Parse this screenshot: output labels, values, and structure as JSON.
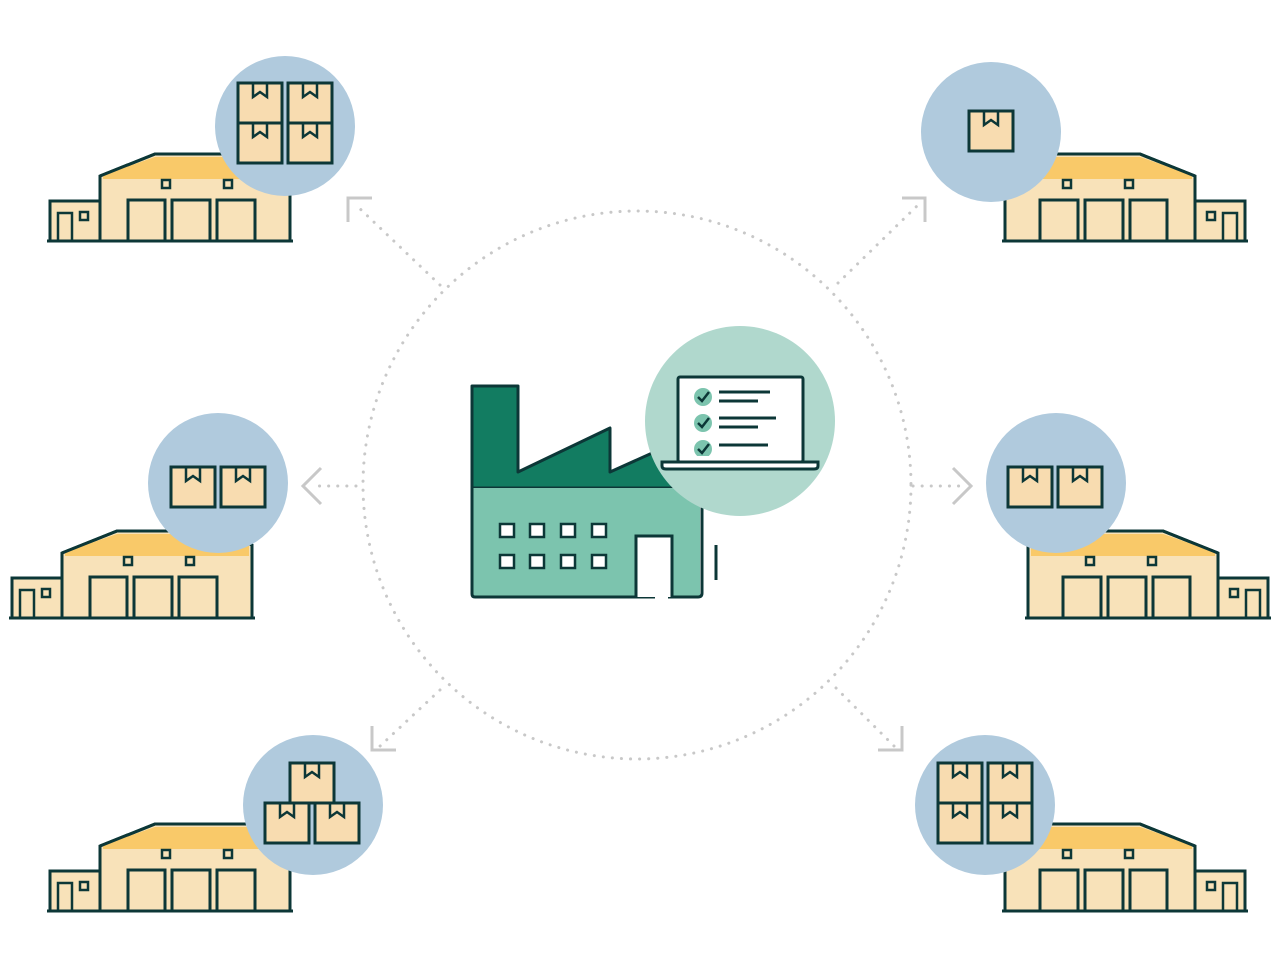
{
  "diagram": {
    "type": "hub-and-spoke distribution",
    "hub": {
      "icon": "factory-icon",
      "badge_icon": "laptop-checklist-icon",
      "checklist_items": 3
    },
    "nodes": [
      {
        "id": "top-left",
        "icon": "warehouse-icon",
        "box_count": 4,
        "box_arrangement": "grid-2x2"
      },
      {
        "id": "top-right",
        "icon": "warehouse-icon",
        "box_count": 1,
        "box_arrangement": "single"
      },
      {
        "id": "middle-left",
        "icon": "warehouse-icon",
        "box_count": 2,
        "box_arrangement": "row"
      },
      {
        "id": "middle-right",
        "icon": "warehouse-icon",
        "box_count": 2,
        "box_arrangement": "row"
      },
      {
        "id": "bottom-left",
        "icon": "warehouse-icon",
        "box_count": 3,
        "box_arrangement": "pyramid"
      },
      {
        "id": "bottom-right",
        "icon": "warehouse-icon",
        "box_count": 4,
        "box_arrangement": "grid-2x2"
      }
    ],
    "connector_style": "dotted-arrow",
    "colors": {
      "factory_dark": "#127c61",
      "factory_light": "#7cc4ae",
      "hub_badge": "#b0d8cd",
      "node_badge": "#b0cadd",
      "warehouse_fill": "#f8e2b9",
      "warehouse_roof": "#f9c969",
      "box_fill": "#f8dcb0",
      "outline": "#0c3737",
      "connector": "#c8c8c8"
    }
  }
}
